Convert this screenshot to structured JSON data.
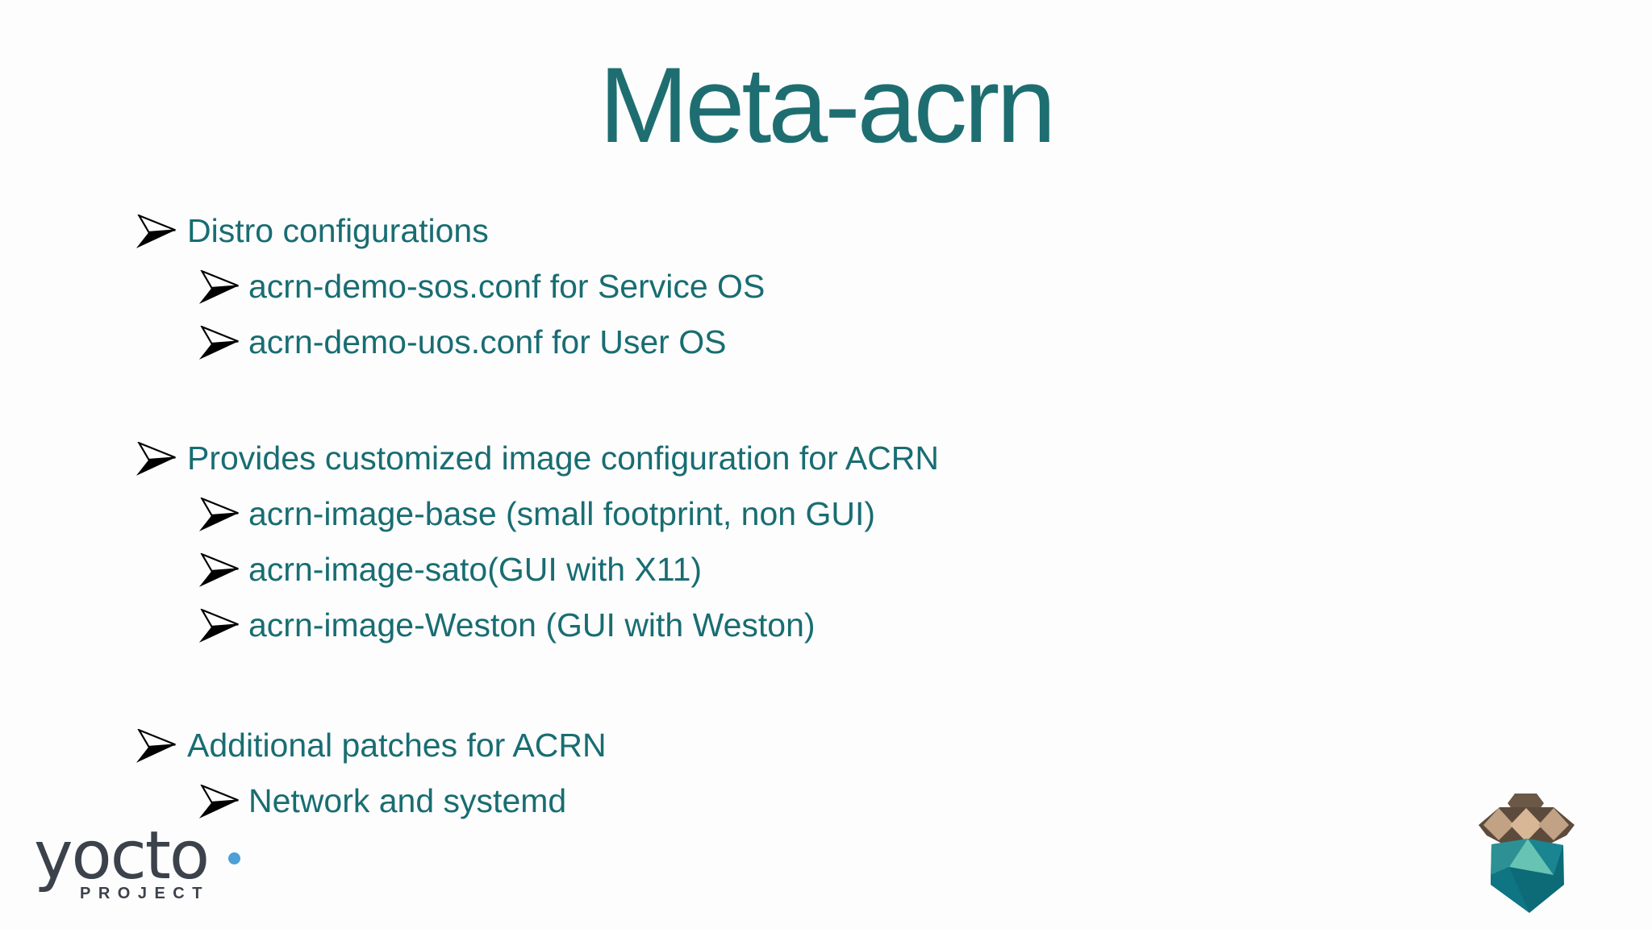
{
  "slide": {
    "title": "Meta-acrn",
    "bullets": [
      {
        "level": 1,
        "text": "Distro configurations"
      },
      {
        "level": 2,
        "text": "acrn-demo-sos.conf for Service OS"
      },
      {
        "level": 2,
        "text": "acrn-demo-uos.conf for User OS"
      },
      {
        "level": 1,
        "text": "Provides customized image configuration for ACRN"
      },
      {
        "level": 2,
        "text": "acrn-image-base (small footprint, non GUI)"
      },
      {
        "level": 2,
        "text": "acrn-image-sato(GUI with X11)"
      },
      {
        "level": 2,
        "text": "acrn-image-Weston (GUI with Weston)"
      },
      {
        "level": 1,
        "text": "Additional patches for ACRN"
      },
      {
        "level": 2,
        "text": "Network and systemd"
      }
    ],
    "footer": {
      "logo_wordmark": "yocto",
      "logo_subtext": "PROJECT"
    },
    "icons": {
      "bullet": "arrow-bullet-icon",
      "bottom_right": "acorn-logo"
    },
    "colors": {
      "title_text": "#1e6e71",
      "body_text": "#186d72",
      "background": "#fdfdfd",
      "logo_text": "#3c424b",
      "logo_dot_blue": "#4d9fd6",
      "acorn_teal_dark": "#0c6b77",
      "acorn_teal_light": "#68c4b2",
      "acorn_brown": "#6b5847",
      "acorn_tan": "#d7b795"
    }
  }
}
